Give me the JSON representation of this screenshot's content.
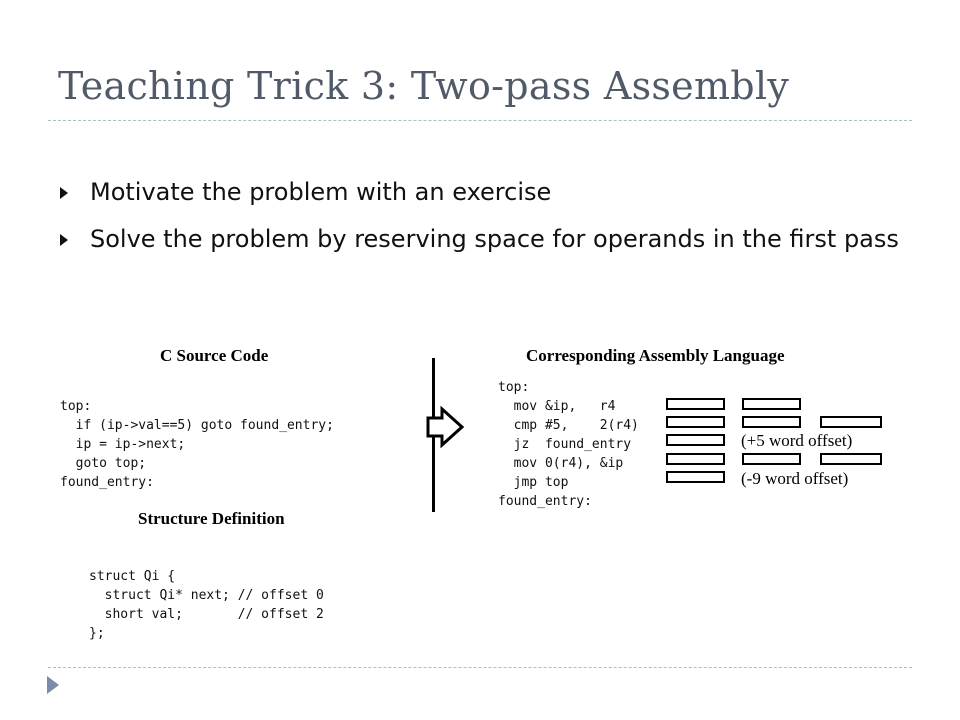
{
  "slide": {
    "title": "Teaching Trick 3: Two-pass Assembly",
    "bullets": [
      "Motivate the problem with an exercise",
      "Solve the problem by reserving space for operands in the first pass"
    ]
  },
  "figure": {
    "c_source_heading": "C Source Code",
    "c_source_code": "top:\n  if (ip->val==5) goto found_entry;\n  ip = ip->next;\n  goto top;\nfound_entry:",
    "structure_heading": "Structure Definition",
    "structure_code": "struct Qi {\n  struct Qi* next; // offset 0\n  short val;       // offset 2\n};",
    "assembly_heading": "Corresponding Assembly Language",
    "assembly_code": "top:\n  mov &ip,   r4\n  cmp #5,    2(r4)\n  jz  found_entry\n  mov 0(r4), &ip\n  jmp top\nfound_entry:",
    "annotation_forward": "(+5 word offset)",
    "annotation_backward": "(-9 word offset)"
  }
}
